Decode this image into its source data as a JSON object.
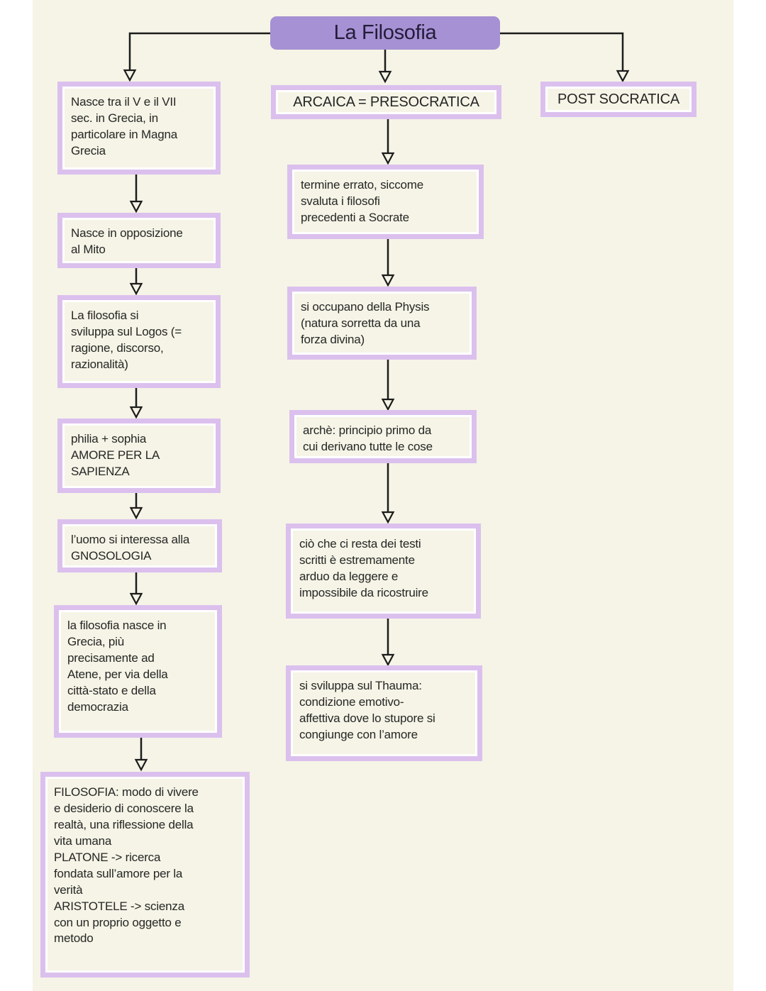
{
  "title": {
    "label": "La Filosofia"
  },
  "nodes": {
    "left1": {
      "text": "Nasce tra il V e il VII\nsec. in Grecia, in\nparticolare in Magna\nGrecia"
    },
    "left2": {
      "text": "Nasce in opposizione\nal Mito"
    },
    "left3": {
      "text": "La filosofia si\nsviluppa sul Logos (=\nragione, discorso,\nrazionalità)"
    },
    "left4": {
      "text": "philia + sophia\nAMORE PER LA\nSAPIENZA"
    },
    "left5": {
      "text": "l’uomo si interessa alla\nGNOSOLOGIA"
    },
    "left6": {
      "text": "la filosofia nasce in\nGrecia, più\nprecisamente ad\nAtene, per via della\ncittà-stato e della\ndemocrazia"
    },
    "left7": {
      "text": "FILOSOFIA: modo di vivere\ne desiderio di conoscere la\nrealtà, una riflessione della\nvita umana\nPLATONE -> ricerca\nfondata sull’amore per la\nverità\nARISTOTELE -> scienza\ncon un proprio oggetto e\nmetodo"
    },
    "mid1": {
      "text": "ARCAICA = PRESOCRATICA"
    },
    "mid2": {
      "text": "termine errato, siccome\nsvaluta i filosofi\nprecedenti a Socrate"
    },
    "mid3": {
      "text": "si occupano della Physis\n(natura sorretta da una\nforza divina)"
    },
    "mid4": {
      "text": "archè: principio primo da\ncui derivano tutte le cose"
    },
    "mid5": {
      "text": "ciò che ci resta dei testi\nscritti è estremamente\narduo da leggere e\nimpossibile da ricostruire"
    },
    "mid6": {
      "text": "si sviluppa sul Thauma:\ncondizione emotivo-\naffettiva dove lo stupore si\ncongiunge con l’amore"
    },
    "right1": {
      "text": "POST SOCRATICA"
    }
  },
  "colors": {
    "paper": "#f5f4e6",
    "margin": "#ffffff",
    "accent": "#a591d3",
    "box_border": "#dbc0ee",
    "ink": "#262626",
    "line": "#1c1c1c"
  }
}
